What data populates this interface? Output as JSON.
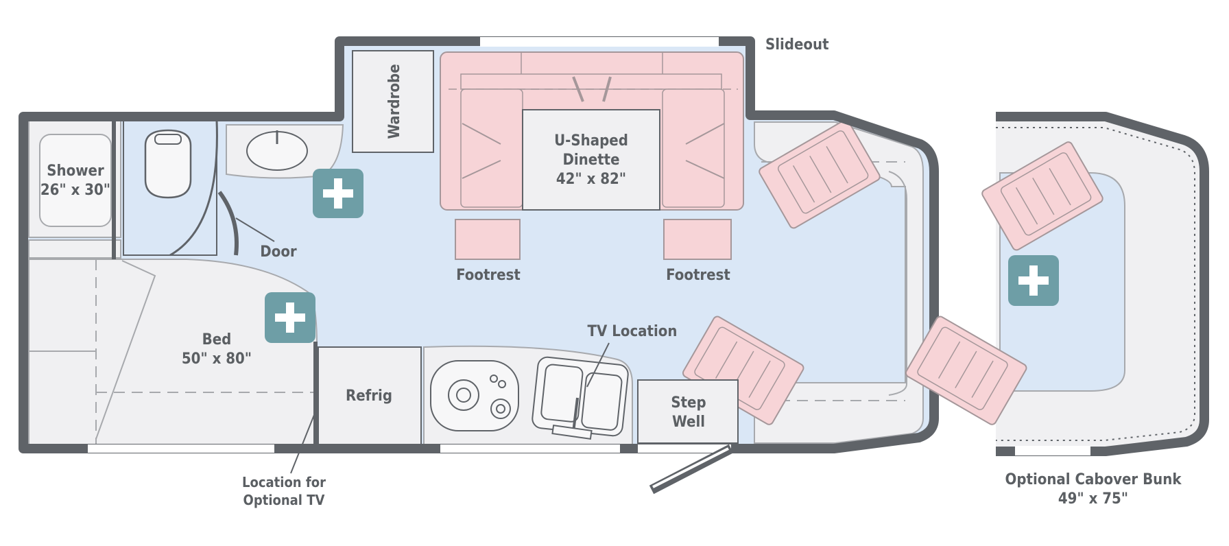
{
  "labels": {
    "slideout": "Slideout",
    "wardrobe": "Wardrobe",
    "shower_name": "Shower",
    "shower_size": "26\" x 30\"",
    "dinette_line1": "U-Shaped",
    "dinette_line2": "Dinette",
    "dinette_size": "42\" x 82\"",
    "door": "Door",
    "footrest_left": "Footrest",
    "footrest_right": "Footrest",
    "tv_location": "TV Location",
    "bed_name": "Bed",
    "bed_size": "50\" x 80\"",
    "refrig": "Refrig",
    "step_line1": "Step",
    "step_line2": "Well",
    "optional_tv_line1": "Location for",
    "optional_tv_line2": "Optional TV",
    "cabover_line1": "Optional Cabover Bunk",
    "cabover_line2": "49\" x 75\""
  },
  "colors": {
    "wall": "#5f6368",
    "floor": "#dae7f6",
    "furniture": "#f0f0f2",
    "seating": "#f7d4d7",
    "seating_outline": "#a5979a",
    "plus_button": "#6e9ea6"
  },
  "icons": [
    "plus-icon",
    "toilet-icon",
    "sink-icon",
    "stove-icon",
    "kitchen-sink-icon"
  ]
}
